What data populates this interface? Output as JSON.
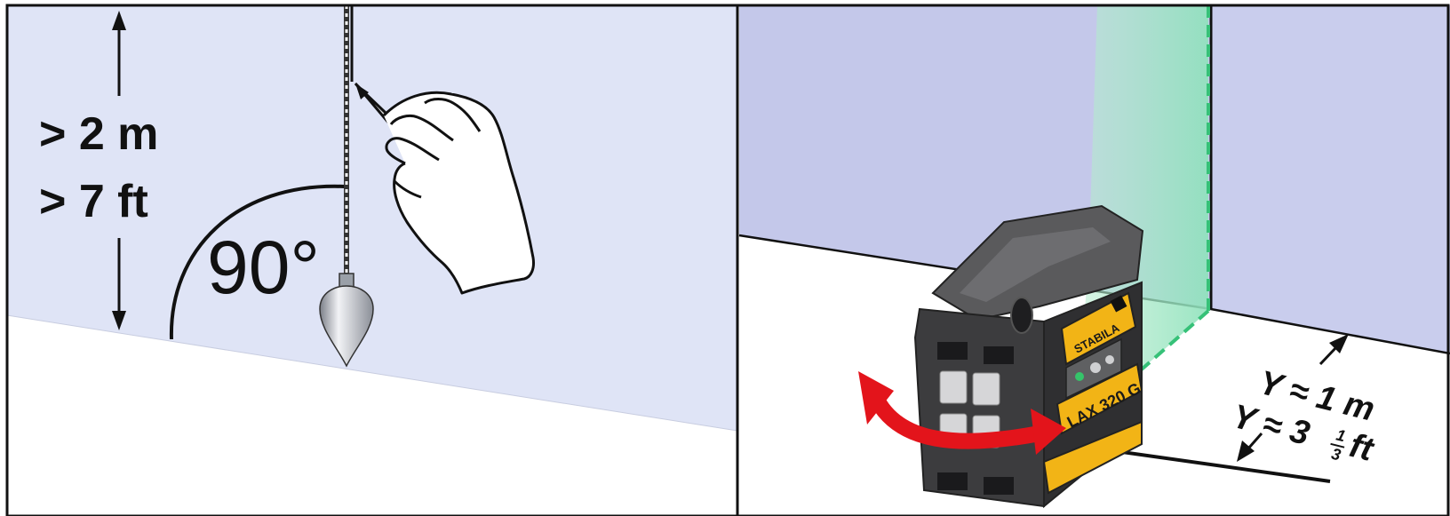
{
  "panel_left": {
    "height_metric": "> 2 m",
    "height_imperial": "> 7 ft",
    "angle": "90°"
  },
  "panel_right": {
    "brand": "STABILA",
    "model": "LAX 320 G",
    "dist_metric": "Y ≈ 1 m",
    "dist_imperial_prefix": "Y ≈ 3",
    "dist_imperial_frac_num": "1",
    "dist_imperial_frac_den": "3",
    "dist_imperial_unit": "ft"
  },
  "colors": {
    "wall_left": "#dfe4f6",
    "wall_right": "#c4c8ea",
    "laser_green": "#9ee6c4",
    "arrow_red": "#e3141b",
    "device_yellow": "#f2b416",
    "device_body": "#3c3c3e"
  }
}
